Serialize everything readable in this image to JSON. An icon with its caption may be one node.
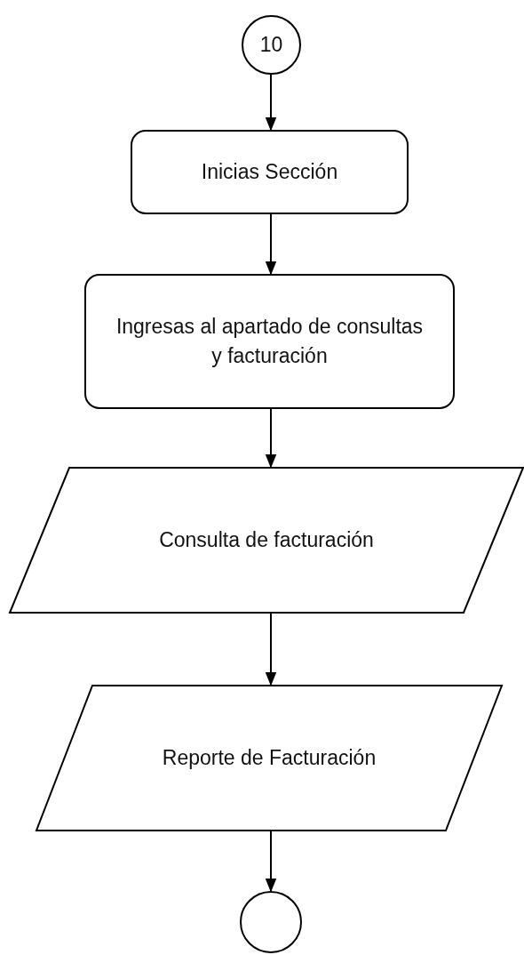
{
  "diagram": {
    "nodes": [
      {
        "text": [
          "10"
        ]
      },
      {
        "text": [
          "Inicias Sección"
        ]
      },
      {
        "text": [
          "Ingresas al apartado de consultas y facturación"
        ]
      },
      {
        "text": [
          "Consulta de facturación"
        ]
      },
      {
        "text": [
          "Reporte de Facturación"
        ]
      },
      {
        "text": [],
        "shape": "circle"
      }
    ],
    "edges": [
      {
        "from": 0,
        "to": 1,
        "arrow": "to"
      },
      {
        "from": 1,
        "to": 2,
        "arrow": "to"
      },
      {
        "from": 2,
        "to": 3,
        "arrow": "to"
      },
      {
        "from": 3,
        "to": 4,
        "arrow": "to"
      },
      {
        "from": 4,
        "to": 5,
        "arrow": "to"
      }
    ]
  }
}
